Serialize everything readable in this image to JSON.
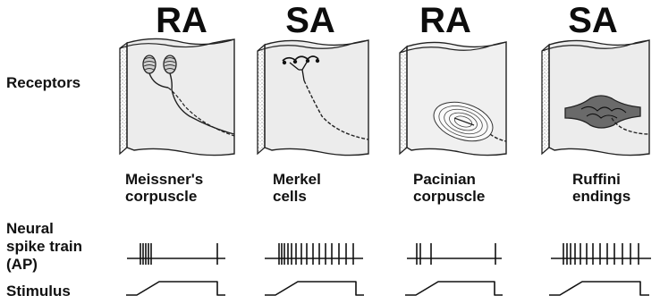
{
  "row_labels": {
    "receptors": "Receptors",
    "spike_line1": "Neural",
    "spike_line2": "spike train",
    "spike_line3": "(AP)",
    "stimulus": "Stimulus"
  },
  "columns": [
    {
      "type": "RA",
      "name_line1": "Meissner's",
      "name_line2": "corpuscle"
    },
    {
      "type": "SA",
      "name_line1": "Merkel",
      "name_line2": "cells"
    },
    {
      "type": "RA",
      "name_line1": "Pacinian",
      "name_line2": "corpuscle"
    },
    {
      "type": "SA",
      "name_line1": "Ruffini",
      "name_line2": "endings"
    }
  ]
}
